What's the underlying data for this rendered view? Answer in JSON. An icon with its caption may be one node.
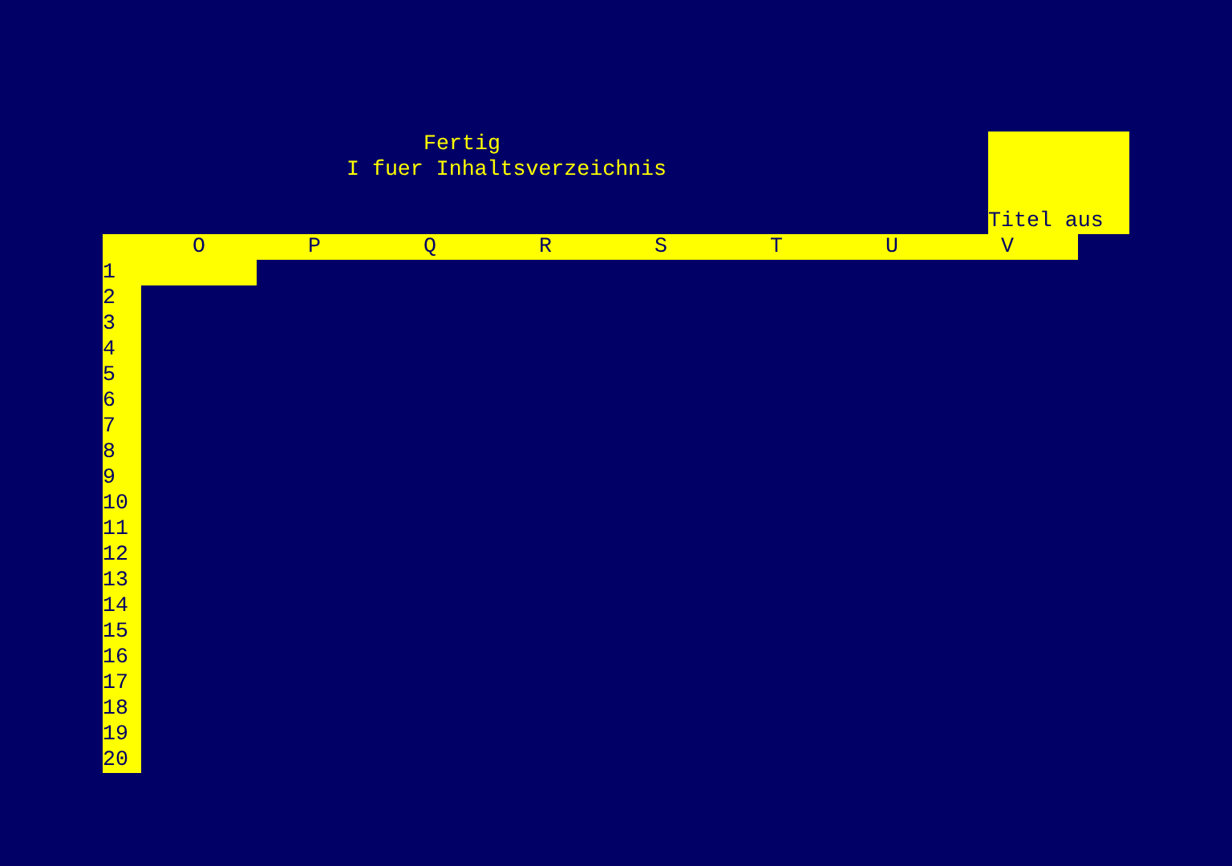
{
  "diagram": {
    "labels": [
      "Fertig",
      "I fuer Inhaltsverzeichnis",
      "Titel aus",
      "O",
      "P",
      "Q",
      "R",
      "S",
      "T",
      "U",
      "V",
      "1",
      "2",
      "3",
      "4",
      "5",
      "6",
      "7",
      "8",
      "9",
      "10",
      "11",
      "12",
      "13",
      "14",
      "15",
      "16",
      "17",
      "18",
      "19",
      "20"
    ]
  }
}
